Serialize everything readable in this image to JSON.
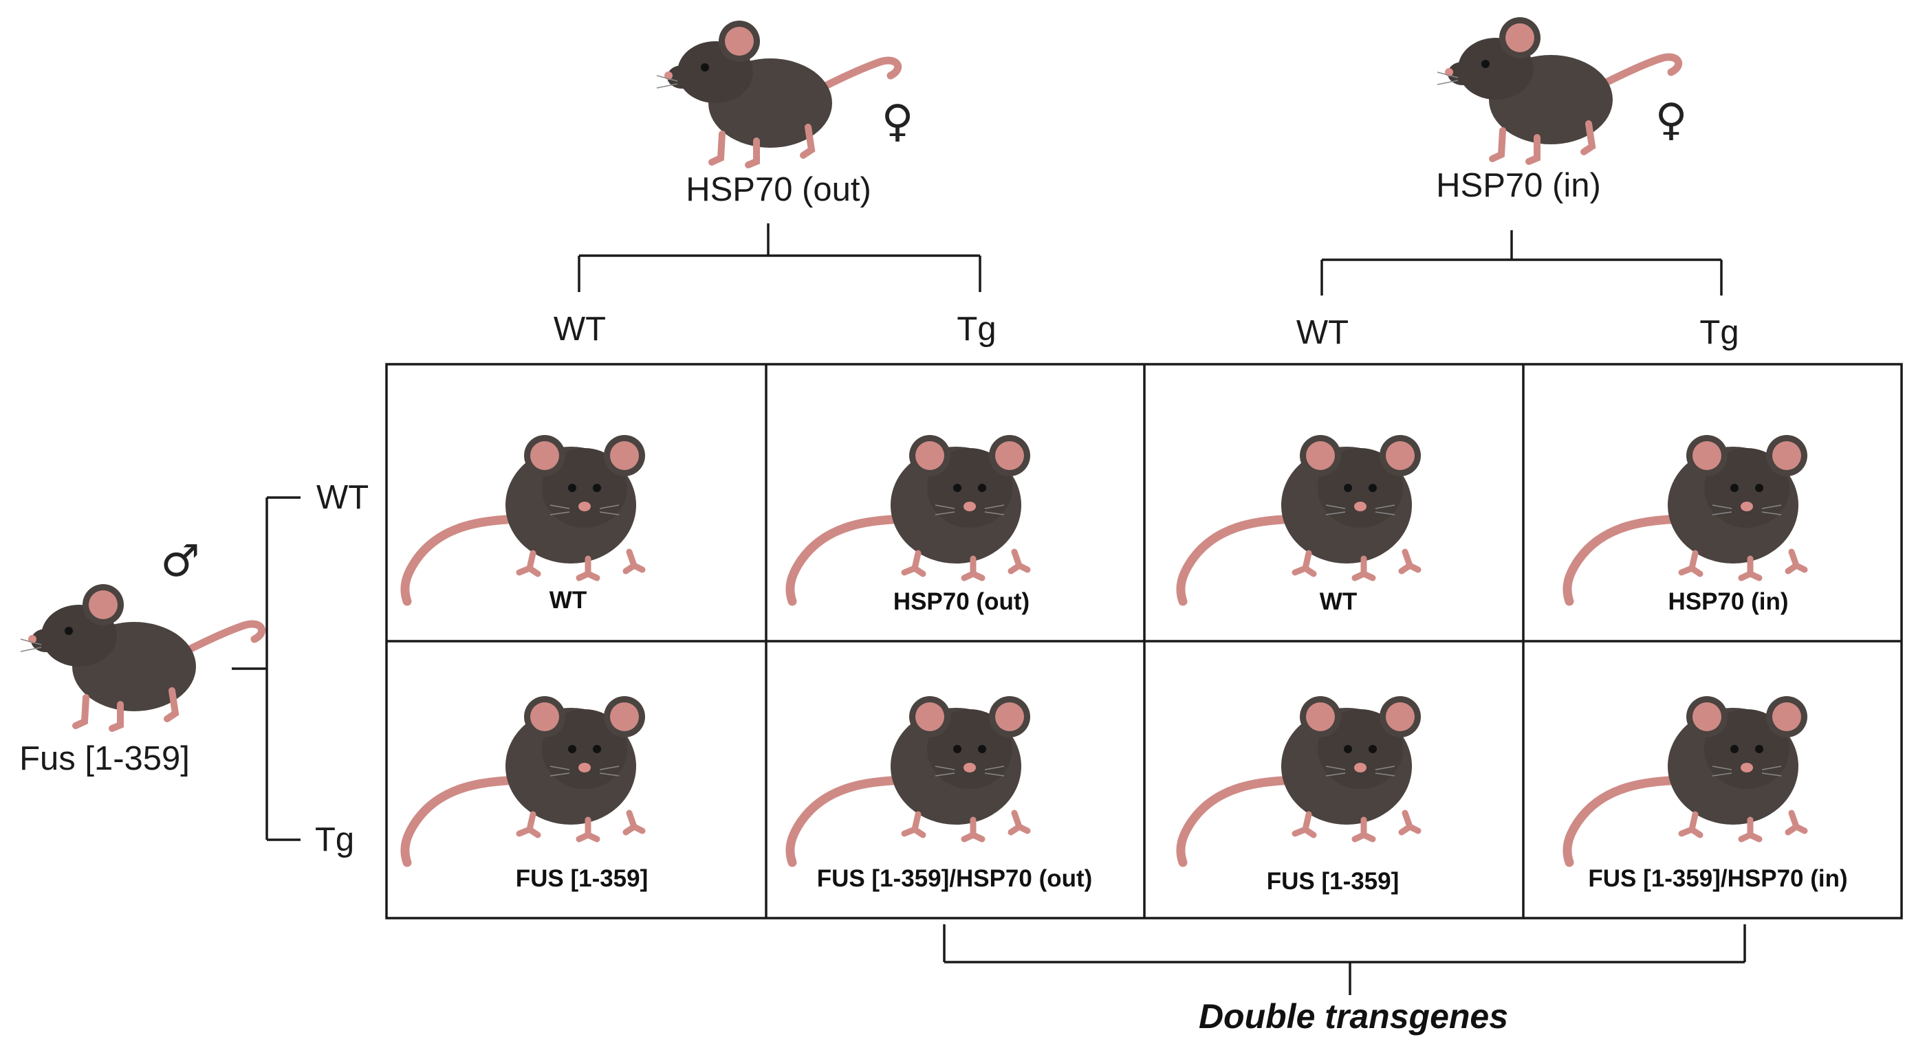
{
  "parents": {
    "male": {
      "label": "Fus [1-359]",
      "sex_symbol": "♂"
    },
    "female_out": {
      "label": "HSP70 (out)",
      "sex_symbol": "♀"
    },
    "female_in": {
      "label": "HSP70 (in)",
      "sex_symbol": "♀"
    }
  },
  "column_genotypes": [
    {
      "label": "WT"
    },
    {
      "label": "Tg"
    },
    {
      "label": "WT"
    },
    {
      "label": "Tg"
    }
  ],
  "row_genotypes": [
    {
      "label": "WT"
    },
    {
      "label": "Tg"
    }
  ],
  "grid": {
    "rows": [
      {
        "cells": [
          "WT",
          "HSP70 (out)",
          "WT",
          "HSP70 (in)"
        ]
      },
      {
        "cells": [
          "FUS [1-359]",
          "FUS [1-359]/HSP70 (out)",
          "FUS [1-359]",
          "FUS [1-359]/HSP70 (in)"
        ]
      }
    ]
  },
  "double_transgenes_label": "Double transgenes",
  "colors": {
    "mouse_body": "#4a4340",
    "mouse_dark": "#2f2a28",
    "mouse_pink": "#cf8a85",
    "mouse_pink_dark": "#b56e6a",
    "lines": "#1a1a1a"
  }
}
